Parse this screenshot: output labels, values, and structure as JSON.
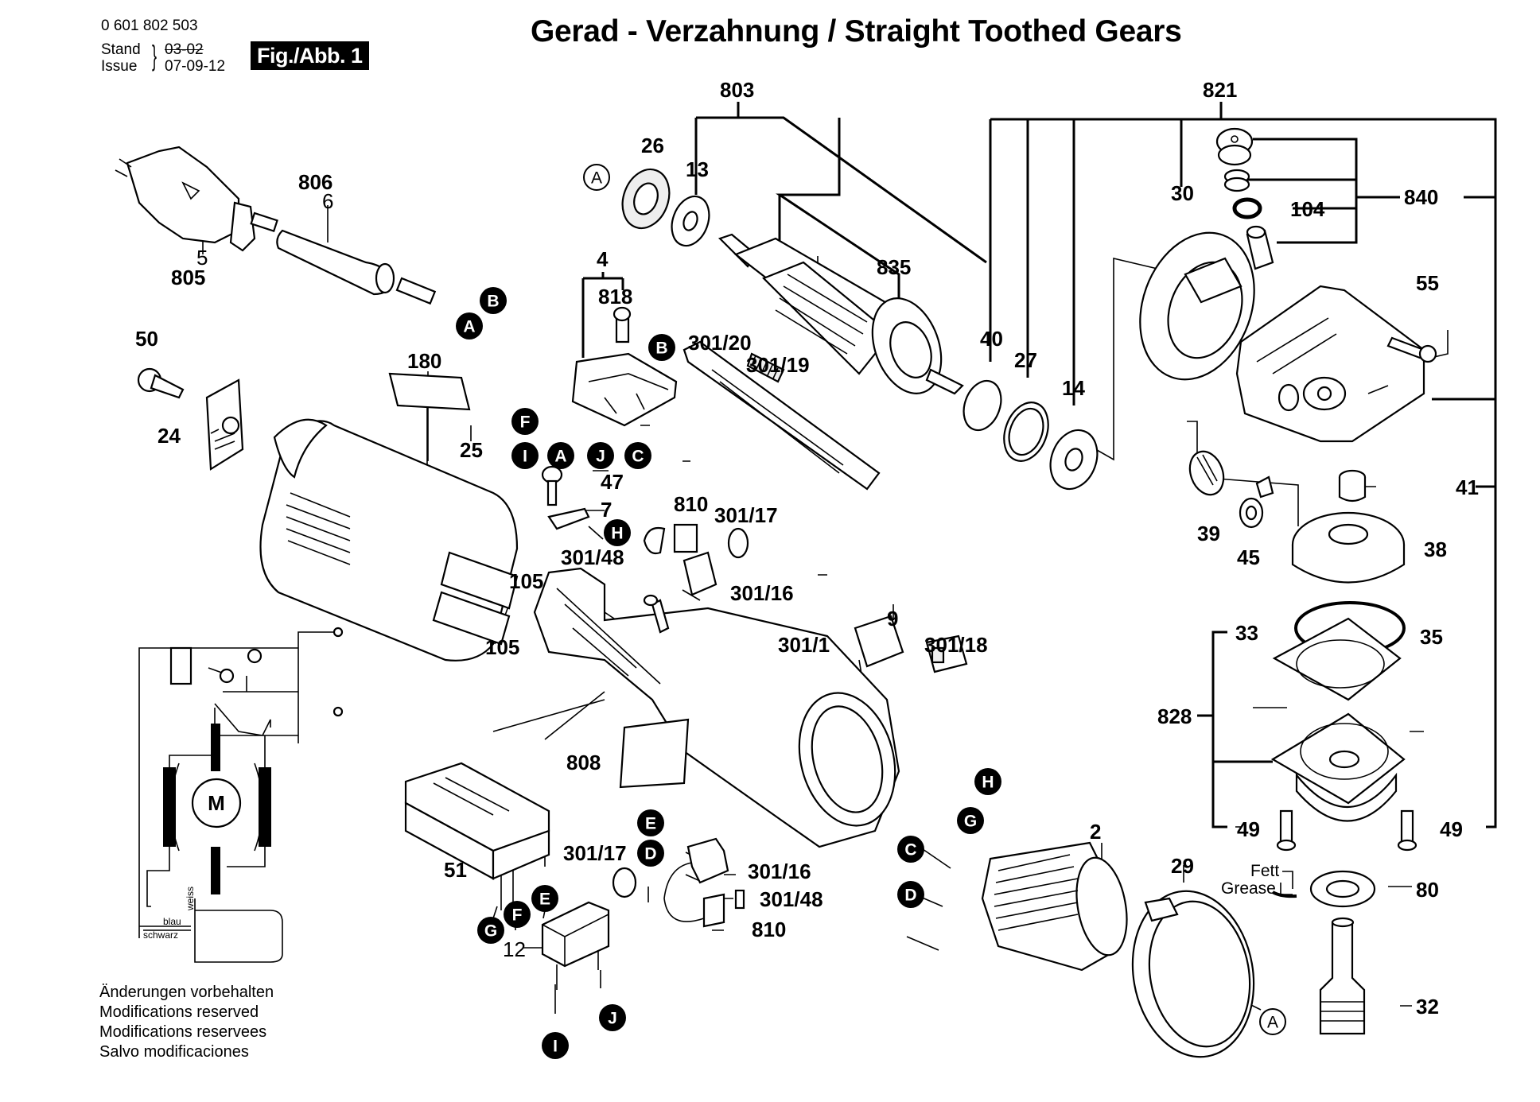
{
  "header": {
    "part_number": "0 601 802 503",
    "stand_label": "Stand",
    "issue_label": "Issue",
    "old_date": "03-02",
    "new_date": "07-09-12",
    "figure_badge": "Fig./Abb. 1",
    "title": "Gerad - Verzahnung / Straight Toothed Gears"
  },
  "footer": {
    "lines": [
      "Änderungen vorbehalten",
      "Modifications reserved",
      "Modifications reservees",
      "Salvo modificaciones"
    ]
  },
  "wiring": {
    "motor_symbol": "M",
    "wire_white": "weiss",
    "wire_blue": "blau",
    "wire_black": "schwarz"
  },
  "grease_note": {
    "de": "Fett",
    "en": "Grease"
  },
  "part_labels": {
    "p803": "803",
    "p821": "821",
    "p26": "26",
    "p13": "13",
    "p806": "806",
    "p6": "6",
    "p5": "5",
    "p805": "805",
    "p30": "30",
    "p840": "840",
    "p104": "104",
    "p835": "835",
    "p4": "4",
    "p818": "818",
    "p55": "55",
    "p50": "50",
    "p301_20": "301/20",
    "p301_19": "301/19",
    "p40": "40",
    "p27": "27",
    "p14": "14",
    "p180": "180",
    "p24": "24",
    "p25": "25",
    "p47": "47",
    "p7": "7",
    "p810a": "810",
    "p301_17a": "301/17",
    "p41": "41",
    "p39": "39",
    "p45": "45",
    "p38": "38",
    "p301_48a": "301/48",
    "p301_16a": "301/16",
    "p105a": "105",
    "p105b": "105",
    "p9": "9",
    "p301_1": "301/1",
    "p301_18": "301/18",
    "p33": "33",
    "p35": "35",
    "p828": "828",
    "p808": "808",
    "p49a": "49",
    "p49b": "49",
    "p2": "2",
    "p51": "51",
    "p301_17b": "301/17",
    "p301_16b": "301/16",
    "p301_48b": "301/48",
    "p810b": "810",
    "p29": "29",
    "p80": "80",
    "p12": "12",
    "p32": "32"
  },
  "connectors": {
    "filled": [
      {
        "id": "B",
        "where": "cable"
      },
      {
        "id": "A",
        "where": "cable"
      },
      {
        "id": "B",
        "where": "switch"
      },
      {
        "id": "F",
        "where": "switch"
      },
      {
        "id": "I",
        "where": "switch"
      },
      {
        "id": "A",
        "where": "switch"
      },
      {
        "id": "J",
        "where": "switch"
      },
      {
        "id": "C",
        "where": "switch"
      },
      {
        "id": "H",
        "where": "brush-upper"
      },
      {
        "id": "E",
        "where": "brush-lower"
      },
      {
        "id": "D",
        "where": "brush-lower"
      },
      {
        "id": "H",
        "where": "stator"
      },
      {
        "id": "G",
        "where": "stator"
      },
      {
        "id": "C",
        "where": "stator"
      },
      {
        "id": "D",
        "where": "stator"
      },
      {
        "id": "G",
        "where": "module"
      },
      {
        "id": "F",
        "where": "module"
      },
      {
        "id": "E",
        "where": "module"
      },
      {
        "id": "I",
        "where": "capacitor"
      },
      {
        "id": "J",
        "where": "capacitor"
      }
    ],
    "outlined": [
      {
        "id": "A",
        "where": "bearing"
      },
      {
        "id": "A",
        "where": "baffle"
      }
    ]
  }
}
